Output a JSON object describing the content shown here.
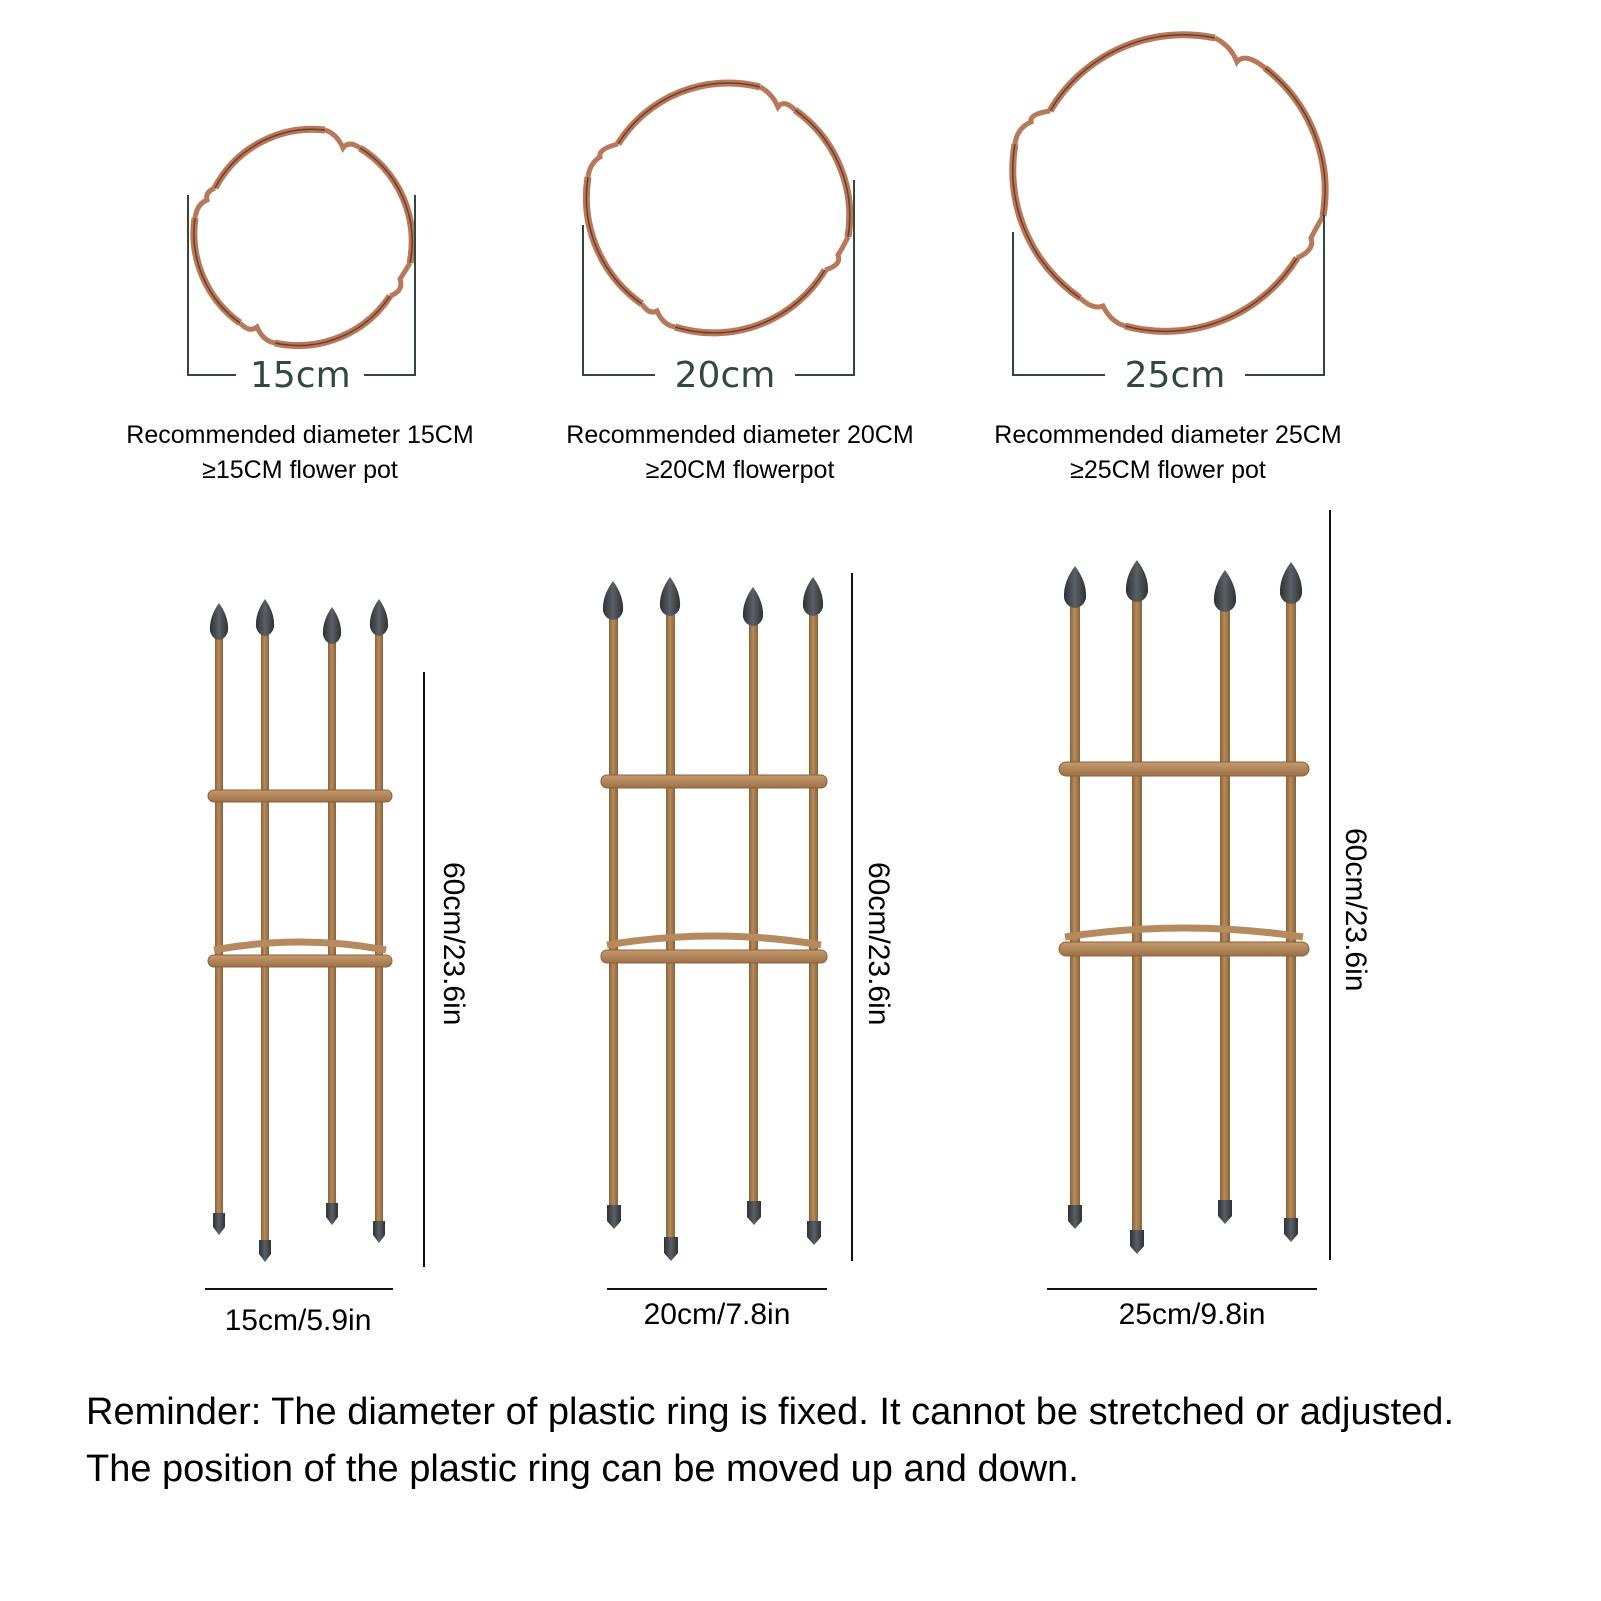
{
  "colors": {
    "ring": "#b8785a",
    "ring_dark": "#6e3d28",
    "stake": "#b08152",
    "stake_dark": "#8a6237",
    "cap": "#3f4448",
    "dimension_green": "#2f4a3c",
    "text": "#000000"
  },
  "rings": [
    {
      "size_label": "15cm",
      "recommended_line1": "Recommended diameter 15CM",
      "recommended_line2": "≥15CM flower pot"
    },
    {
      "size_label": "20cm",
      "recommended_line1": "Recommended diameter 20CM",
      "recommended_line2": "≥20CM flowerpot"
    },
    {
      "size_label": "25cm",
      "recommended_line1": "Recommended diameter 25CM",
      "recommended_line2": "≥25CM flower pot"
    }
  ],
  "cages": [
    {
      "height_label": "60cm/23.6in",
      "width_label": "15cm/5.9in"
    },
    {
      "height_label": "60cm/23.6in",
      "width_label": "20cm/7.8in"
    },
    {
      "height_label": "60cm/23.6in",
      "width_label": "25cm/9.8in"
    }
  ],
  "reminder": {
    "line1": "Reminder: The diameter of plastic ring is fixed. It cannot be stretched or adjusted.",
    "line2": "The position of the plastic ring can be moved up and down."
  }
}
